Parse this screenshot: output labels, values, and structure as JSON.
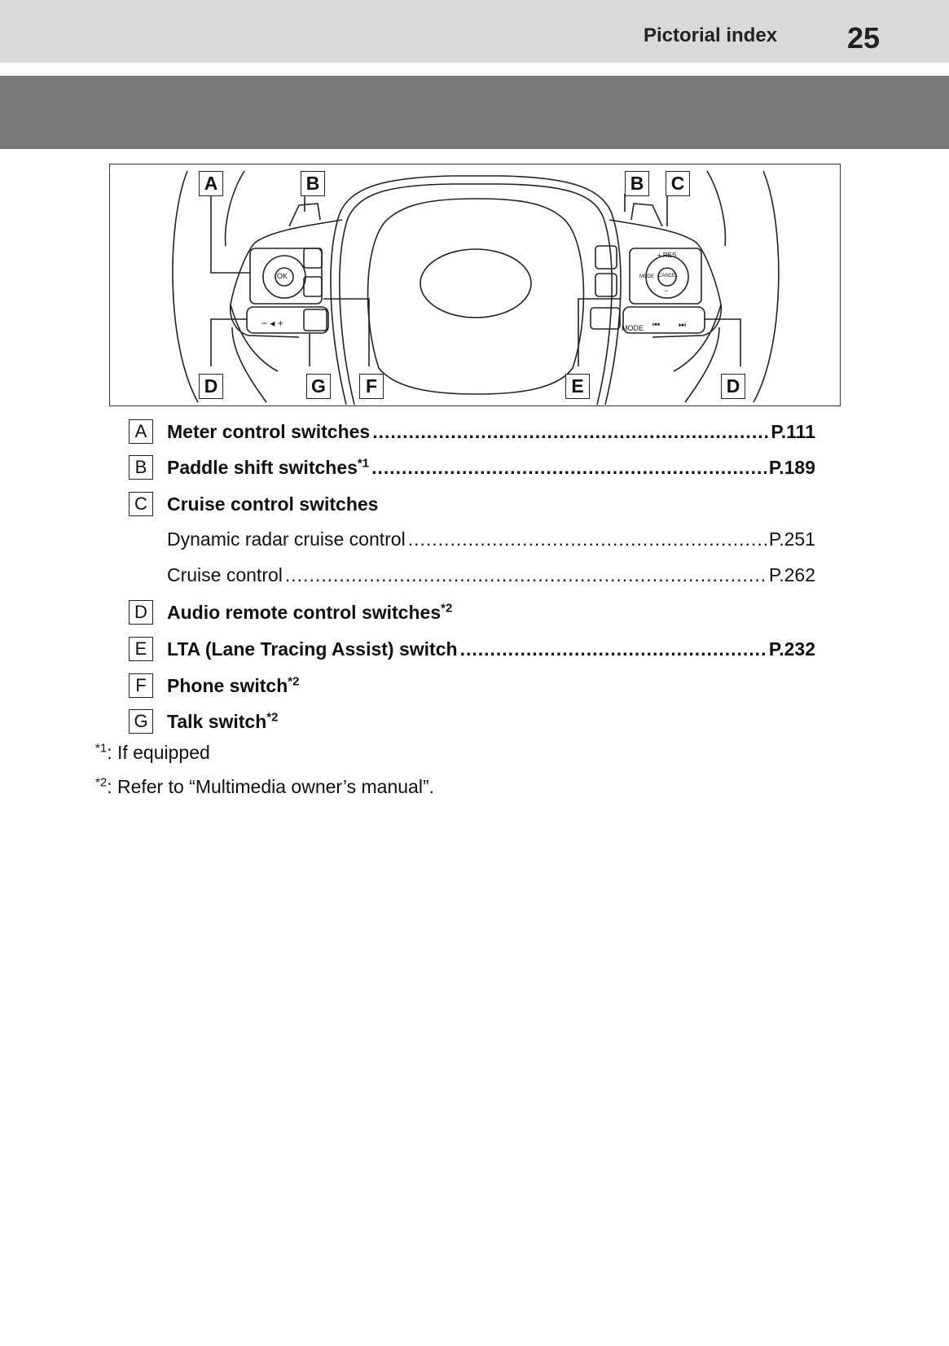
{
  "header": {
    "title": "Pictorial index",
    "page_number": "25"
  },
  "figure": {
    "callouts": [
      "A",
      "B",
      "B",
      "C",
      "D",
      "G",
      "F",
      "E",
      "D"
    ],
    "button_labels": {
      "ok": "OK",
      "res": "+ RES",
      "mode_small": "MODE",
      "cancel": "CANCEL",
      "minus": "−",
      "mode": "MODE",
      "prev": "⏮",
      "next": "⏭",
      "vol": "− ◂ +"
    }
  },
  "entries": [
    {
      "letter": "A",
      "label": "Meter control switches",
      "sup": "",
      "page": "P.111"
    },
    {
      "letter": "B",
      "label": "Paddle shift switches",
      "sup": "*1",
      "page": "P.189"
    },
    {
      "letter": "C",
      "label": "Cruise control switches",
      "sup": "",
      "page": ""
    },
    {
      "letter": "",
      "label": "Dynamic radar cruise control",
      "sup": "",
      "page": "P.251"
    },
    {
      "letter": "",
      "label": "Cruise control",
      "sup": "",
      "page": "P.262"
    },
    {
      "letter": "D",
      "label": "Audio remote control switches",
      "sup": "*2",
      "page": ""
    },
    {
      "letter": "E",
      "label": "LTA (Lane Tracing Assist) switch",
      "sup": "",
      "page": "P.232"
    },
    {
      "letter": "F",
      "label": "Phone switch",
      "sup": "*2",
      "page": ""
    },
    {
      "letter": "G",
      "label": "Talk switch",
      "sup": "*2",
      "page": ""
    }
  ],
  "footnotes": [
    {
      "mark": "*1",
      "text": ": If equipped"
    },
    {
      "mark": "*2",
      "text": ": Refer to “Multimedia owner’s manual”."
    }
  ]
}
